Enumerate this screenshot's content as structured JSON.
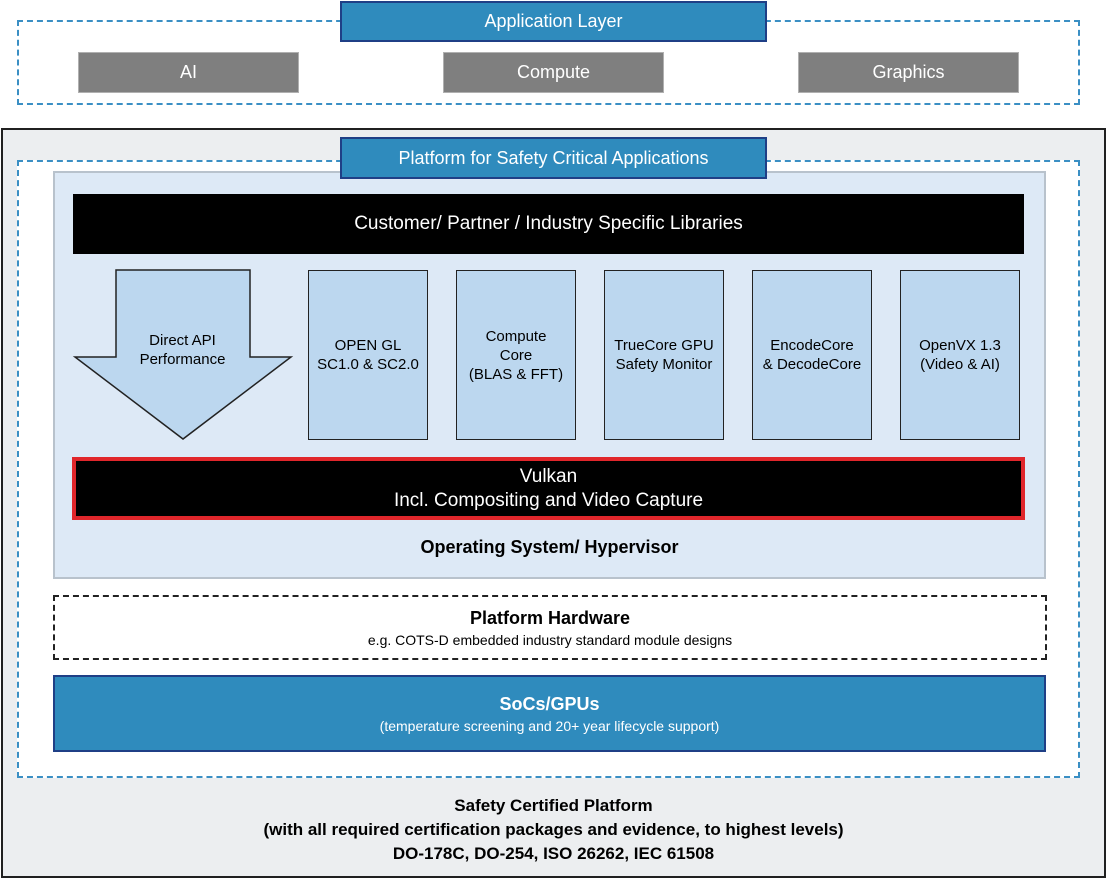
{
  "application_layer": {
    "title": "Application Layer",
    "items": [
      "AI",
      "Compute",
      "Graphics"
    ]
  },
  "platform": {
    "title": "Platform for Safety Critical Applications",
    "libraries": "Customer/ Partner / Industry Specific Libraries",
    "direct_api": [
      "Direct API",
      "Performance"
    ],
    "api_boxes": [
      {
        "lines": [
          "OPEN GL",
          "SC1.0 & SC2.0"
        ]
      },
      {
        "lines": [
          "Compute",
          "Core",
          "(BLAS & FFT)"
        ]
      },
      {
        "lines": [
          "TrueCore GPU",
          "Safety Monitor"
        ]
      },
      {
        "lines": [
          "EncodeCore",
          "& DecodeCore"
        ]
      },
      {
        "lines": [
          "OpenVX 1.3",
          "(Video & AI)"
        ]
      }
    ],
    "vulkan": [
      "Vulkan",
      "Incl. Compositing and Video Capture"
    ],
    "os_label": "Operating System/ Hypervisor"
  },
  "hardware": {
    "title": "Platform Hardware",
    "subtitle": "e.g. COTS-D embedded industry standard module designs"
  },
  "soc": {
    "title": "SoCs/GPUs",
    "subtitle": "(temperature screening and 20+ year lifecycle support)"
  },
  "certification": {
    "lines": [
      "Safety Certified Platform",
      "(with all required certification packages and evidence, to highest levels)",
      "DO-178C, DO-254, ISO 26262, IEC 61508"
    ]
  },
  "colors": {
    "accent_blue": "#2f8bbd",
    "tab_border": "#1f3f86",
    "dashed_border": "#3a8fc4",
    "api_box_fill": "#bcd7ef",
    "vulkan_border": "#e0262b",
    "grey_item": "#7f7f7f"
  }
}
